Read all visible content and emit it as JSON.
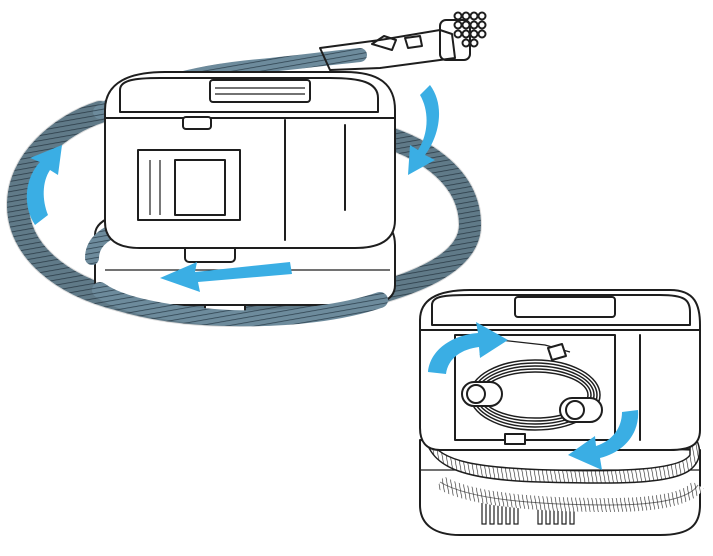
{
  "figure": {
    "title": "",
    "panels": [
      {
        "id": "hose-wrap",
        "description_visible": false
      },
      {
        "id": "cord-wrap",
        "description_visible": false
      }
    ]
  },
  "colors": {
    "hose_fill": "#6d8b9c",
    "hose_dark": "#3f5a68",
    "arrow_fill": "#3aaee4",
    "outline": "#1e1e1e",
    "body_fill": "#ffffff"
  },
  "icons": {
    "arrow": "curved-arrow-icon",
    "hose": "coiled-hose",
    "cord": "power-cord"
  }
}
